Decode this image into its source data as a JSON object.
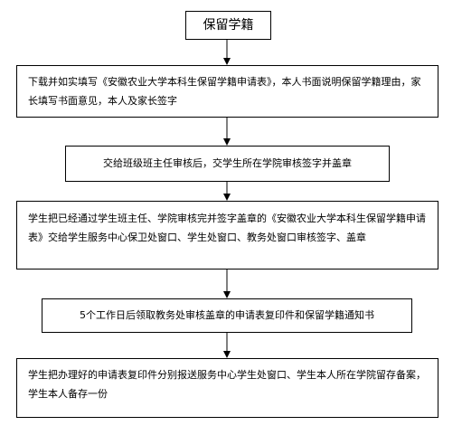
{
  "flowchart": {
    "title": "保留学籍",
    "steps": [
      {
        "text": "下载并如实填写《安徽农业大学本科生保留学籍申请表》，本人书面说明保留学籍理由，家长填写书面意见，本人及家长签字"
      },
      {
        "text": "交给班级班主任审核后，交学生所在学院审核签字并盖章"
      },
      {
        "text": "学生把已经通过学生班主任、学院审核完并签字盖章的《安徽农业大学本科生保留学籍申请表》交给学生服务中心保卫处窗口、学生处窗口、教务处窗口审核签字、盖章"
      },
      {
        "text": "5个工作日后领取教务处审核盖章的申请表复印件和保留学籍通知书"
      },
      {
        "text": "学生把办理好的申请表复印件分别报送服务中心学生处窗口、学生本人所在学院留存备案，学生本人备存一份"
      }
    ]
  }
}
